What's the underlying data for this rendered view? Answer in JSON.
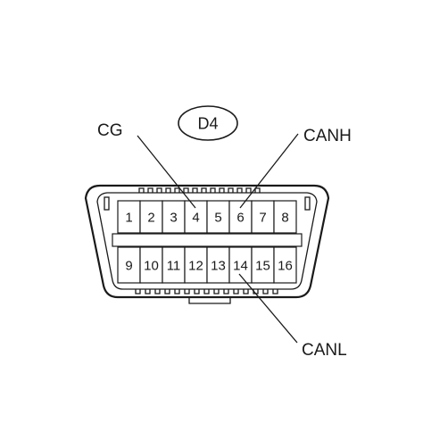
{
  "connector": {
    "id": "D4"
  },
  "pins_top": [
    "1",
    "2",
    "3",
    "4",
    "5",
    "6",
    "7",
    "8"
  ],
  "pins_bottom": [
    "9",
    "10",
    "11",
    "12",
    "13",
    "14",
    "15",
    "16"
  ],
  "signals": {
    "cg": "CG",
    "canh": "CANH",
    "canl": "CANL"
  }
}
